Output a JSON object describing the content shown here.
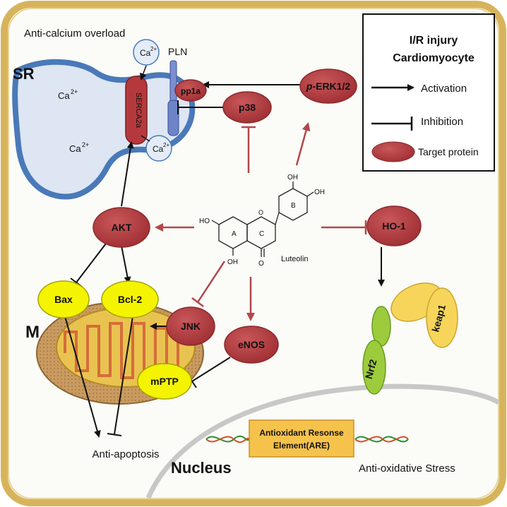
{
  "compartments": {
    "sr": "SR",
    "mitochondria": "M",
    "nucleus": "Nucleus"
  },
  "processes": {
    "anti_calcium": "Anti-calcium overload",
    "anti_apoptosis": "Anti-apoptosis",
    "anti_oxidative": "Anti-oxidative Stress"
  },
  "legend": {
    "title_line1": "I/R injury",
    "title_line2": "Cardiomyocyte",
    "activation": "Activation",
    "inhibition": "Inhibition",
    "target": "Target protein"
  },
  "proteins": {
    "perk_prefix": "p",
    "perk_rest": "-ERK1/2",
    "pp1a": "pp1a",
    "p38": "p38",
    "akt": "AKT",
    "ho1": "HO-1",
    "jnk": "JNK",
    "enos": "eNOS",
    "bax": "Bax",
    "bcl2": "Bcl-2",
    "mptp": "mPTP",
    "nrf2": "Nrf2",
    "keap1": "keap1",
    "serca": "SERCA2a",
    "pln": "PLN"
  },
  "calcium": {
    "base": "Ca",
    "charge": "2+"
  },
  "molecule": {
    "name": "Luteolin",
    "ring_a": "A",
    "ring_b": "B",
    "ring_c": "C",
    "oh": "OH",
    "ho": "HO",
    "o": "O"
  },
  "are_box": {
    "line1": "Antioxidant Resonse",
    "line2": "Element(ARE)"
  },
  "colors": {
    "target_fill": "#b5393c",
    "target_stroke": "#8a2a2d",
    "yellow_fill": "#f4f400",
    "red_arrow": "#b2474a",
    "sr_blue": "#4a79b9",
    "sr_fill": "#dde6f2",
    "membrane": "#d8b560"
  }
}
